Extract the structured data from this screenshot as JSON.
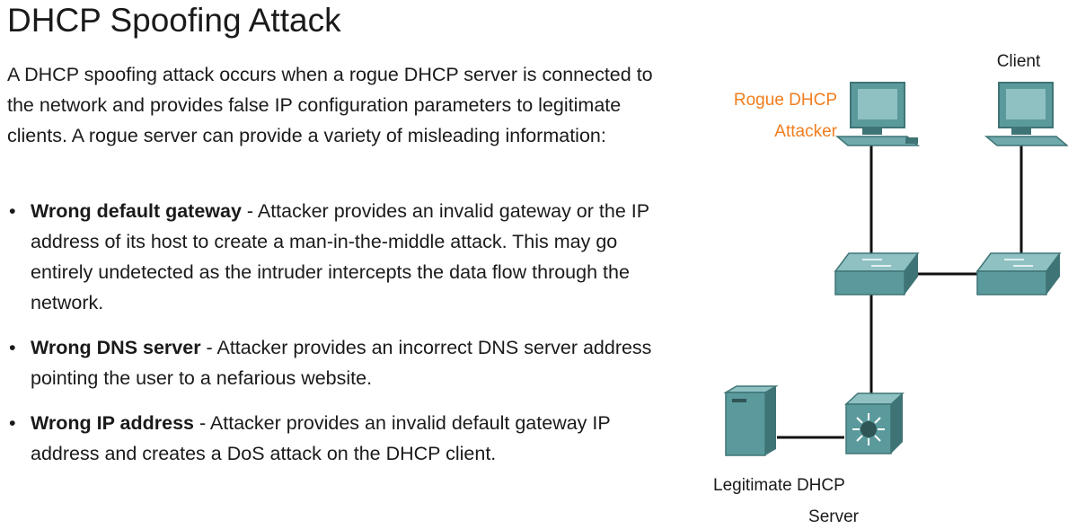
{
  "title": "DHCP Spoofing Attack",
  "intro": "A DHCP spoofing attack occurs when a rogue DHCP server is connected to the network and provides false IP configuration parameters to legitimate clients. A rogue server can provide a variety of misleading information:",
  "bullets": [
    {
      "term": "Wrong default gateway",
      "text": " - Attacker provides an invalid gateway or the IP address of its host to create a man-in-the-middle attack. This may go entirely undetected as the intruder intercepts the data flow through the network."
    },
    {
      "term": "Wrong DNS server",
      "text": " - Attacker provides an incorrect DNS server address pointing the user to a nefarious website."
    },
    {
      "term": "Wrong IP address",
      "text": " - Attacker provides an invalid default gateway IP address and creates a DoS attack on the DHCP client."
    }
  ],
  "diagram": {
    "client_label": "Client",
    "rogue_label_1": "Rogue DHCP",
    "rogue_label_2": "Attacker",
    "server_label_1": "Legitimate DHCP",
    "server_label_2": "Server",
    "colors": {
      "device": "#5b9a9c",
      "device_dark": "#3f7476",
      "device_light": "#8fc1c2",
      "rogue_label": "#f07d1e",
      "link": "#111111"
    }
  }
}
